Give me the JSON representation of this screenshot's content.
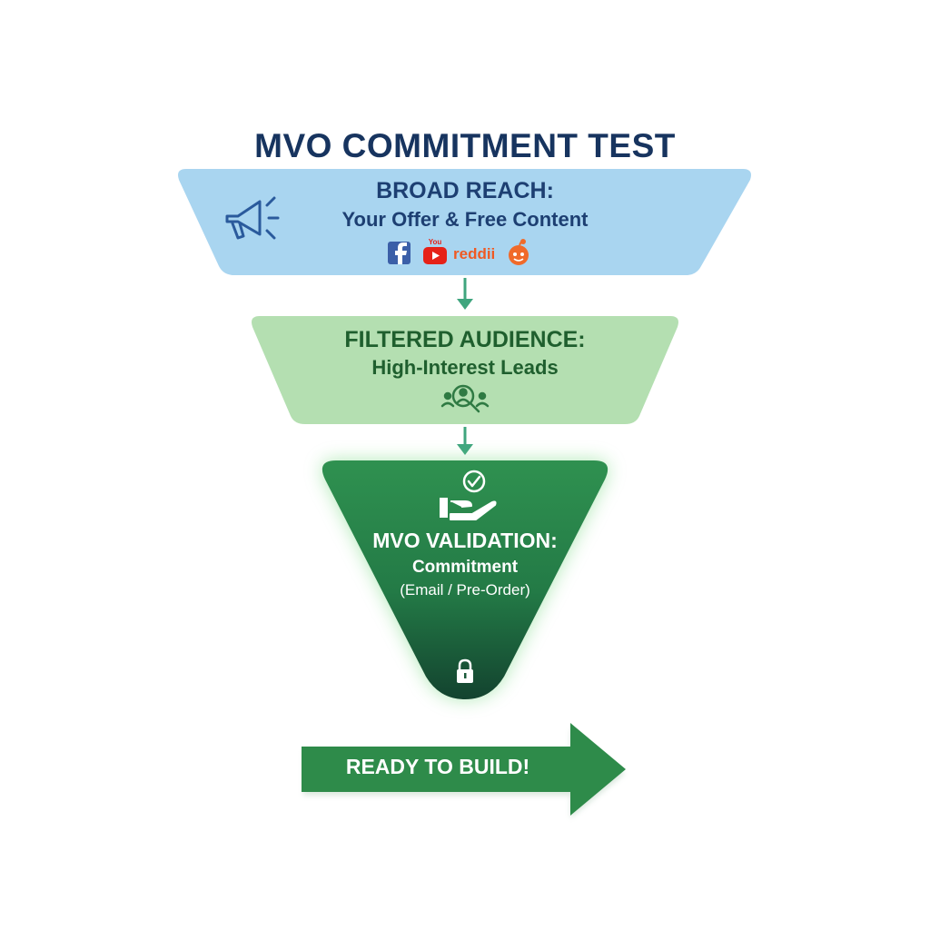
{
  "title": "MVO COMMITMENT TEST",
  "tiers": [
    {
      "heading": "BROAD REACH:",
      "subtitle": "Your Offer & Free Content",
      "icons": [
        "megaphone-icon",
        "facebook-icon",
        "youtube-icon",
        "reddit-icon",
        "reddit-alien-icon"
      ],
      "brand_text": "reddii",
      "youtube_text": "You",
      "color": "#a9d5f0"
    },
    {
      "heading": "FILTERED AUDIENCE:",
      "subtitle": "High-Interest Leads",
      "icons": [
        "search-people-icon"
      ],
      "color": "#b4dfb1"
    },
    {
      "heading": "MVO VALIDATION:",
      "subtitle": "Commitment",
      "note": "(Email / Pre-Order)",
      "icons": [
        "hand-check-icon",
        "lock-icon"
      ],
      "color": "#2e8b4a"
    }
  ],
  "cta": {
    "label": "READY TO BUILD!",
    "color": "#2e8b4a"
  },
  "colors": {
    "title": "#17345f",
    "connector": "#3fa57e",
    "tier1_text": "#1d3f72",
    "tier2_text": "#1f5f2e"
  }
}
